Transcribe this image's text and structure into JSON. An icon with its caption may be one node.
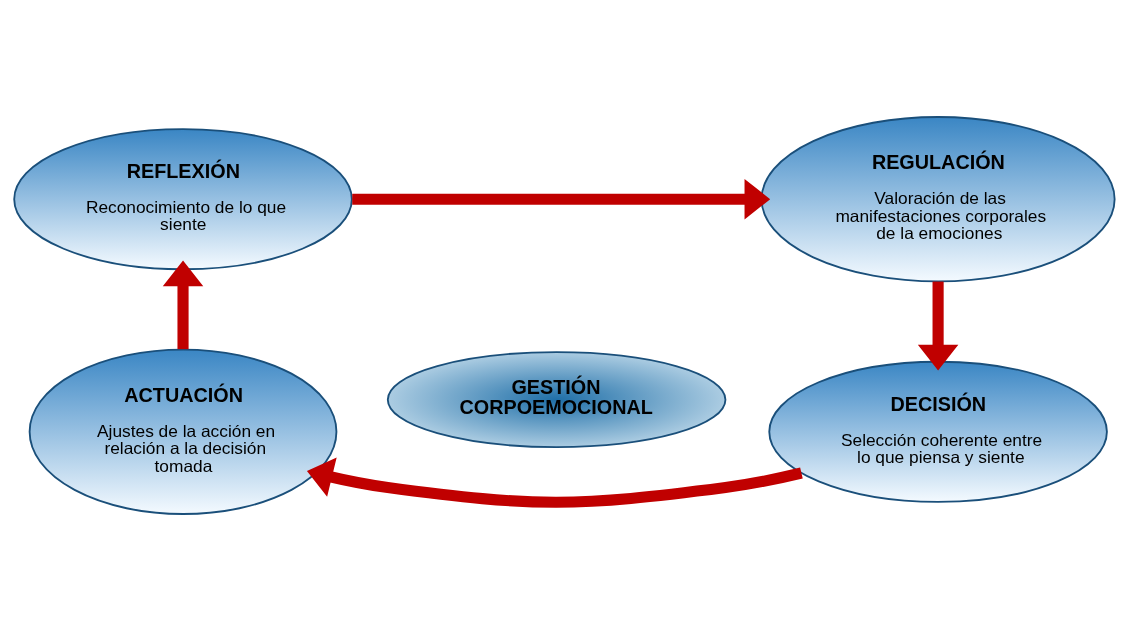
{
  "diagram": {
    "nodes": [
      {
        "text": [
          "REFLEXIÓN",
          "Reconocimiento de lo que siente"
        ]
      },
      {
        "text": [
          "REGULACIÓN",
          "Valoración de las manifestaciones corporales de la emociones"
        ]
      },
      {
        "text": [
          "GESTIÓN CORPOEMOCIONAL"
        ]
      },
      {
        "text": [
          "ACTUACIÓN",
          "Ajustes de la acción en relación a la decisión tomada"
        ]
      },
      {
        "text": [
          "DECISIÓN",
          "Selección coherente entre lo que piensa y siente"
        ]
      }
    ],
    "edges": [
      {
        "from": 0,
        "to": 1,
        "arrow": "to"
      },
      {
        "from": 1,
        "to": 4,
        "arrow": "to"
      },
      {
        "from": 4,
        "to": 3,
        "arrow": "to"
      },
      {
        "from": 3,
        "to": 0,
        "arrow": "to"
      }
    ]
  }
}
